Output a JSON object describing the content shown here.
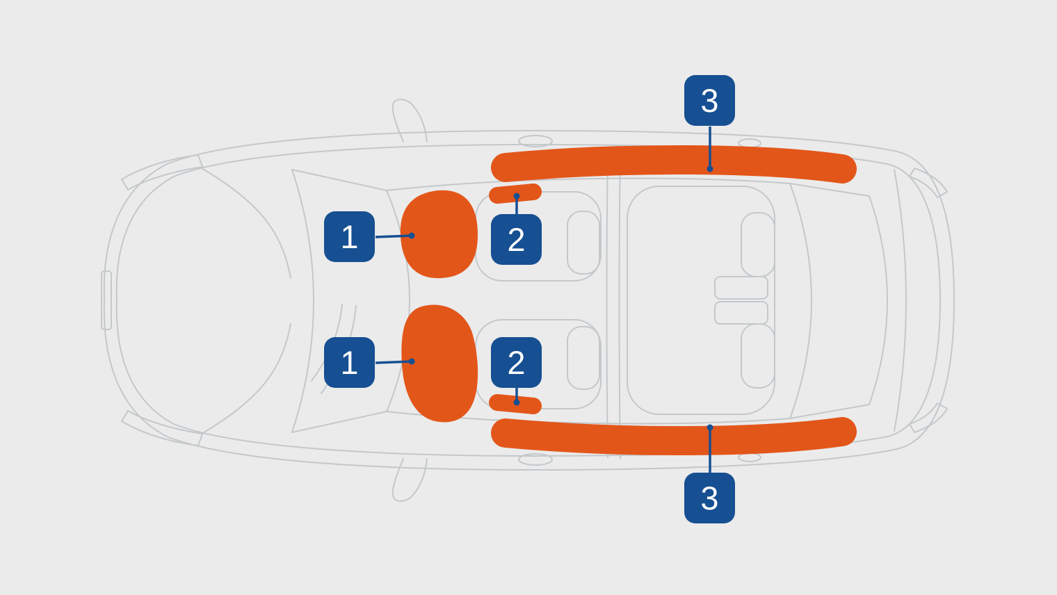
{
  "colors": {
    "page_background": "#ebebeb",
    "car_outline": "#c4c8cb",
    "airbag_highlight": "#e3561a",
    "badge_background": "#164f92",
    "badge_text": "#ffffff",
    "connector_line": "#164f92"
  },
  "callouts": [
    {
      "label": "1"
    },
    {
      "label": "2"
    },
    {
      "label": "3"
    },
    {
      "label": "1"
    },
    {
      "label": "2"
    },
    {
      "label": "3"
    }
  ]
}
